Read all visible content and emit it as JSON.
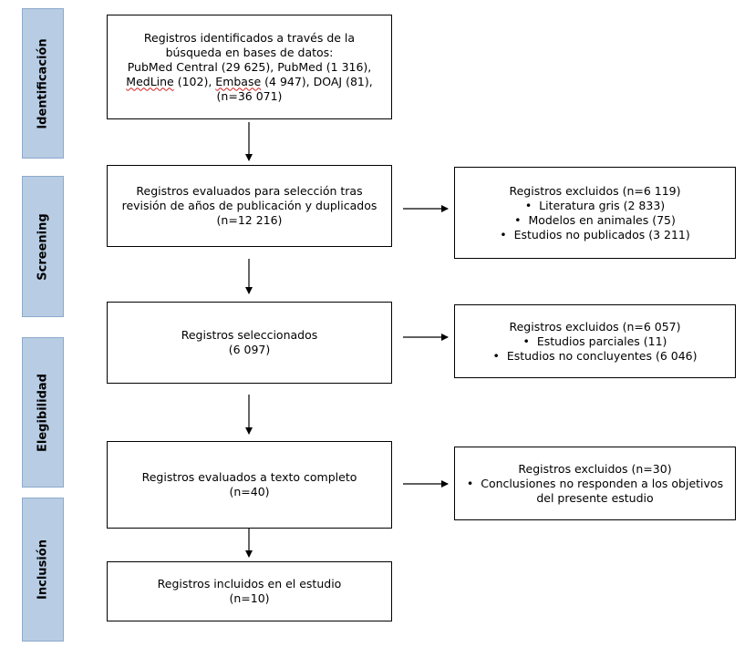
{
  "phases": {
    "identificacion": "Identificación",
    "screening": "Screening",
    "elegibilidad": "Elegibilidad",
    "inclusion": "Inclusión"
  },
  "identification_box": {
    "line1": "Registros identificados a través de la",
    "line2": "búsqueda en bases de datos:",
    "line3": "PubMed Central (29 625), PubMed (1 316),",
    "medline": "MedLine",
    "medline_count": " (102), ",
    "embase": "Embase",
    "embase_count": " (4 947), DOAJ (81),",
    "total": "(n=36 071)"
  },
  "screening_box": {
    "line1": "Registros evaluados para selección tras",
    "line2": "revisión de años de publicación y duplicados",
    "count": "(n=12 216)"
  },
  "excluded_1": {
    "title": "Registros excluidos (n=6 119)",
    "items": [
      "Literatura gris (2 833)",
      "Modelos en animales (75)",
      "Estudios no publicados (3 211)"
    ]
  },
  "selected_box": {
    "title": "Registros seleccionados",
    "count": "(6 097)"
  },
  "excluded_2": {
    "title": "Registros excluidos (n=6 057)",
    "items": [
      "Estudios parciales (11)",
      "Estudios no concluyentes (6 046)"
    ]
  },
  "fulltext_box": {
    "title": "Registros evaluados a texto completo",
    "count": "(n=40)"
  },
  "excluded_3": {
    "title": "Registros excluidos (n=30)",
    "item_line1": "Conclusiones no responden a los objetivos",
    "item_line2": "del presente estudio"
  },
  "included_box": {
    "title": "Registros incluidos en el estudio",
    "count": "(n=10)"
  }
}
